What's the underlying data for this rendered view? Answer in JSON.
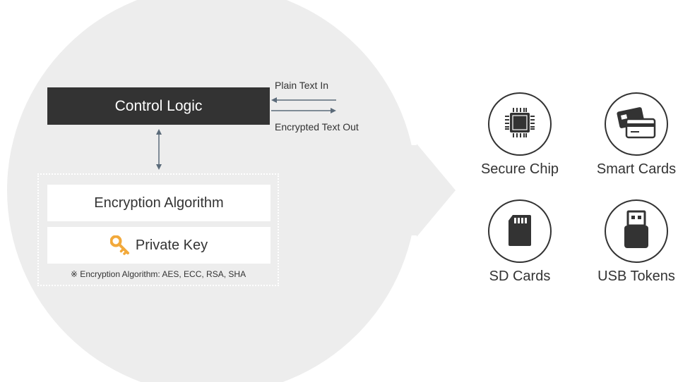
{
  "control_logic": {
    "label": "Control Logic"
  },
  "io": {
    "in_label": "Plain Text In",
    "out_label": "Encrypted Text Out"
  },
  "modules": {
    "encryption_label": "Encryption Algorithm",
    "key_label": "Private Key",
    "footnote": "※ Encryption Algorithm: AES, ECC, RSA, SHA"
  },
  "devices": [
    {
      "label": "Secure Chip",
      "icon": "chip-icon"
    },
    {
      "label": "Smart Cards",
      "icon": "smart-card-icon"
    },
    {
      "label": "SD Cards",
      "icon": "sd-card-icon"
    },
    {
      "label": "USB Tokens",
      "icon": "usb-token-icon"
    }
  ],
  "colors": {
    "background_circle": "#ededed",
    "dark": "#333333",
    "arrow_line": "#5b6b7a",
    "key": "#f2a93b"
  }
}
